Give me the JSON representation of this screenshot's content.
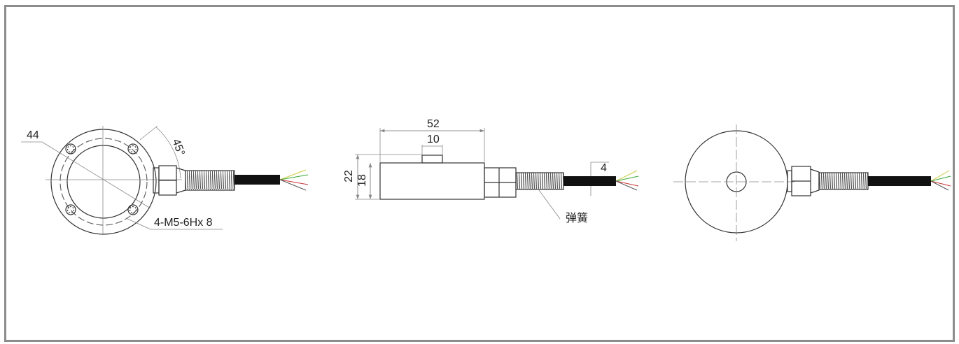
{
  "views": {
    "left": {
      "diameter": "44",
      "angle": "45°",
      "thread": "4-M5-6Hx 8"
    },
    "middle": {
      "length": "52",
      "boss_width": "10",
      "total_height": "22",
      "body_height": "18",
      "cable_dim": "4",
      "spring_label": "弹簧"
    },
    "right": {}
  },
  "colors": {
    "line": "#333333",
    "dim": "#888888",
    "frame": "#8c8c8c",
    "cable": "#111111"
  }
}
